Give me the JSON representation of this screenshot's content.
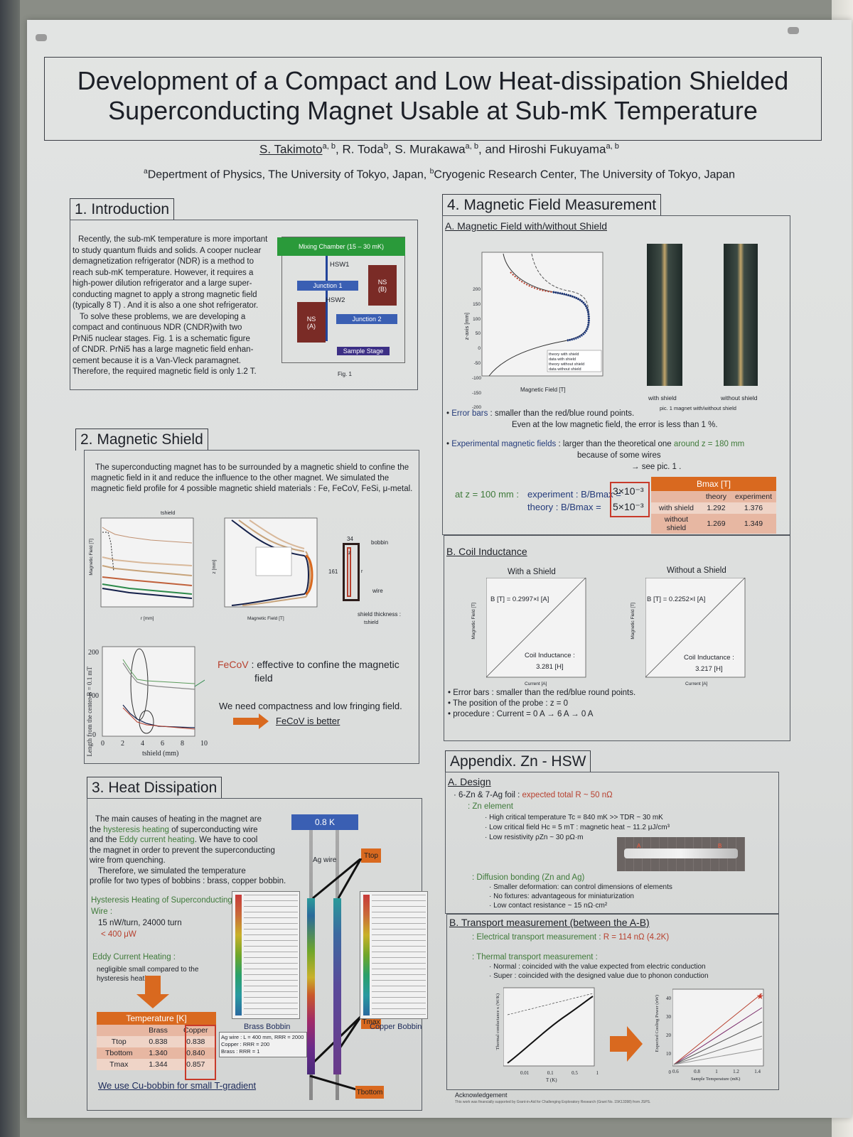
{
  "poster": {
    "title": [
      "Development of a Compact and Low Heat-dissipation Shielded",
      "Superconducting Magnet Usable at Sub-mK Temperature"
    ],
    "authors": {
      "lead": "S. Takimoto",
      "lead_sup": "a, b",
      "rest": [
        {
          "name": "R. Toda",
          "sup": "b"
        },
        {
          "name": "S. Murakawa",
          "sup": "a, b"
        },
        {
          "name": "and Hiroshi Fukuyama",
          "sup": "a, b"
        }
      ]
    },
    "affiliations": {
      "a_sup": "a",
      "a": "Depertment of Physics, The University of Tokyo, Japan, ",
      "b_sup": "b",
      "b": "Cryogenic Research Center, The University of Tokyo, Japan"
    }
  },
  "intro": {
    "heading": "1. Introduction",
    "paragraph_lines": [
      "Recently, the sub-mK temperature is more important",
      "to study quantum fluids and solids. A cooper nuclear",
      "demagnetization refrigerator (NDR) is a method to",
      "reach sub-mK temperature. However, it requires a",
      "high-power dilution refrigerator and a large super-",
      "conducting magnet to apply a strong magnetic field",
      "(typically 8 T) . And it is also a one shot refrigerator.",
      "To solve these problems, we are developing a",
      "compact and continuous NDR (CNDR)with two",
      "PrNi5 nuclear stages. Fig. 1 is a schematic figure",
      "of CNDR. PrNi5 has a large magnetic field enhan-",
      "cement because it is a Van-Vleck paramagnet.",
      "Therefore, the required magnetic field is only 1.2 T."
    ],
    "diagram": {
      "mixing_chamber": "Mixing Chamber  (15 – 30 mK)",
      "hsw1": "HSW1",
      "hsw2": "HSW2",
      "junction1": "Junction  1",
      "junction2": "Junction  2",
      "nsa": "NS\n(A)",
      "nsb": "NS\n(B)",
      "sample_stage": "Sample Stage",
      "caption": "Fig. 1"
    }
  },
  "shield": {
    "heading": "2. Magnetic Shield",
    "paragraph_lines": [
      "The superconducting magnet has to be surrounded by a magnetic shield to confine the",
      "magnetic field in it and reduce the influence to the other magnet. We simulated the",
      "magnetic field profile for 4 possible magnetic shield materials : Fe, FeCoV, FeSi, μ-metal."
    ],
    "plot_top_label": "tshield",
    "plot1_ylabel": "Magnetic Field [T]",
    "plot1_xlabel": "r [mm]",
    "plot2_ylabel": "z [mm]",
    "plot2_xlabel": "Magnetic Field [T]",
    "bobbin": {
      "w": "34",
      "h": "161",
      "bobbin": "bobbin",
      "wire": "wire",
      "z": "z",
      "r": "r",
      "thickness": "shield thickness :",
      "tshield": "tshield"
    },
    "plot3_ylabel": "Length from the center  B = 0.1 mT",
    "plot3_xlabel": "tshield (mm)",
    "plot3_x_ticks": [
      "0",
      "2",
      "4",
      "6",
      "8",
      "10"
    ],
    "plot3_y_ticks": [
      "0",
      "100",
      "200"
    ],
    "fecov": "FeCoV",
    "fecov_rest": " : effective to confine the magnetic",
    "fecov_rest2": "field",
    "compact": "We need compactness and low fringing field.",
    "better": "FeCoV is better"
  },
  "heat": {
    "heading": "3. Heat Dissipation",
    "para_lines_1": [
      "The main causes of heating in the magnet are"
    ],
    "para_the": "the ",
    "para_hyst": "hysteresis heating",
    "para_of": " of superconducting wire",
    "para_and": "and the ",
    "para_eddy": "Eddy current heating",
    "para_cool": ". We have to cool",
    "para_lines_2": [
      "the magnet in order to prevent the superconducting",
      "wire from quenching.",
      "Therefore, we simulated the temperature",
      "profile for two types of bobbins : brass, copper bobbin."
    ],
    "hyst_head": "Hysteresis Heating of Superconducting",
    "hyst_head2": "Wire :",
    "hyst_val": "15 nW/turn, 24000 turn",
    "hyst_total": "< 400 μW",
    "eddy_head": "Eddy Current Heating :",
    "eddy_val": "negligible small compared to the",
    "eddy_val2": "hysteresis heating",
    "temp_block": "0.8 K",
    "ag_wire": "Ag wire",
    "t_top": "Ttop",
    "t_max": "Tmax",
    "t_bottom": "Tbottom",
    "brass_bobbin": "Brass Bobbin",
    "copper_bobbin": "Copper Bobbin",
    "wire_note": [
      "Ag wire : L = 400 mm, RRR = 2000",
      "Copper : RRR = 200",
      "Brass : RRR = 1"
    ],
    "table": {
      "title": "Temperature [K]",
      "cols": [
        "",
        "Brass",
        "Copper"
      ],
      "rows": [
        [
          "Ttop",
          "0.838",
          "0.838"
        ],
        [
          "Tbottom",
          "1.340",
          "0.840"
        ],
        [
          "Tmax",
          "1.344",
          "0.857"
        ]
      ]
    },
    "conclusion": "We use Cu-bobbin for small T-gradient"
  },
  "field": {
    "heading": "4. Magnetic Field Measurement",
    "sub_a": "A. Magnetic Field with/without Shield",
    "plot_ylabel": "z-axis [mm]",
    "plot_xlabel": "Magnetic Field [T]",
    "plot_y_ticks": [
      "200",
      "150",
      "100",
      "50",
      "0",
      "-50",
      "-100",
      "-150",
      "-200"
    ],
    "legend": [
      "theory with shield",
      "data with shield",
      "theory without shield",
      "data without shield"
    ],
    "photo1": "with shield",
    "photo2": "without shield",
    "pic_caption": "pic. 1 magnet with/without shield",
    "err_head": "Error bars",
    "err_text": " : smaller than the red/blue round points.",
    "err_text2": "Even at the low magnetic field, the error is less than 1 %.",
    "exp_head": "Experimental magnetic fields",
    "exp_text": " : larger than the theoretical one ",
    "exp_around": "around z = 180 mm",
    "exp_text2": "because of some wires",
    "exp_text3": "→ see pic. 1 .",
    "atz": "at z = 100 mm :",
    "experiment_lbl": "experiment  :  B/Bmax =",
    "theory_lbl": "theory       :  B/Bmax =",
    "experiment_val": "3×10⁻³",
    "theory_val": "5×10⁻³",
    "bmax_table": {
      "title": "Bmax [T]",
      "cols": [
        "",
        "theory",
        "experiment"
      ],
      "rows": [
        [
          "with shield",
          "1.292",
          "1.376"
        ],
        [
          "without shield",
          "1.269",
          "1.349"
        ]
      ]
    },
    "sub_b": "B. Coil Inductance",
    "with_title": "With a Shield",
    "without_title": "Without a Shield",
    "with_eq": "B [T] = 0.2997×I [A]",
    "without_eq": "B [T] = 0.2252×I [A]",
    "with_ind": [
      "Coil Inductance :",
      "3.281 [H]"
    ],
    "without_ind": [
      "Coil Inductance :",
      "3.217 [H]"
    ],
    "ind_ylabel": "Magnetic Field [T]",
    "ind_xlabel": "Current [A]",
    "coil_bullets": [
      "Error bars : smaller than the red/blue round points.",
      "The position of the probe : z = 0",
      "procedure : Current = 0 A → 6 A → 0 A"
    ]
  },
  "appendix": {
    "heading": "Appendix. Zn - HSW",
    "sub_a": "A. Design",
    "design_line": "6-Zn & 7-Ag foil : ",
    "design_expected": "expected total R ~ 50 nΩ",
    "zn_element": ": Zn element",
    "zn_items": [
      "High critical temperature Tc = 840 mK >> TDR ~ 30 mK",
      "Low critical field Hc = 5 mT : magnetic heat ~ 11.2 μJ/cm³",
      "Low resistivity ρZn ~ 30 pΩ·m"
    ],
    "photo_labels": [
      "A",
      "B"
    ],
    "diffusion": ": Diffusion bonding (Zn and Ag)",
    "diff_items": [
      "Smaller deformation: can control dimensions of elements",
      "No fixtures: advantageous for miniaturization",
      "Low contact resistance ~ 15 nΩ·cm²"
    ],
    "sub_b": "B. Transport measurement (between the A-B)",
    "elec": ": Electrical transport measurement : ",
    "elec_val": "R = 114 nΩ (4.2K)",
    "thermal": ": Thermal transport measurement :",
    "thermal_items": [
      "Normal : coincided with the value expected from electric conduction",
      "Super : coincided with the designed value due to phonon conduction"
    ],
    "plot1_ylabel": "Thermal conductance κ (W/K)",
    "plot1_xlabel": "T (K)",
    "plot1_x_ticks": [
      "0.01",
      "0.1",
      "0.5",
      "1"
    ],
    "plot2_ylabel": "Expected Cooling Power (nW)",
    "plot2_xlabel": "Sample Temperature (mK)",
    "plot2_y_ticks": [
      "40",
      "30",
      "20",
      "10",
      "0"
    ],
    "plot2_x_ticks": [
      "0.6",
      "0.8",
      "1",
      "1.2",
      "1.4"
    ],
    "ack_head": "Acknowledgement",
    "ack_text": "This work was financially supported by Grant-in-Aid for Challenging Exploratory Research (Grant No. 15K13398) from JSPS."
  },
  "colors": {
    "accent_orange": "#d9691f",
    "junction_blue": "#3a5fb3",
    "mixing_green": "#2a9a3a",
    "ns_red": "#7a2b26",
    "sample_purple": "#3c2f85"
  }
}
